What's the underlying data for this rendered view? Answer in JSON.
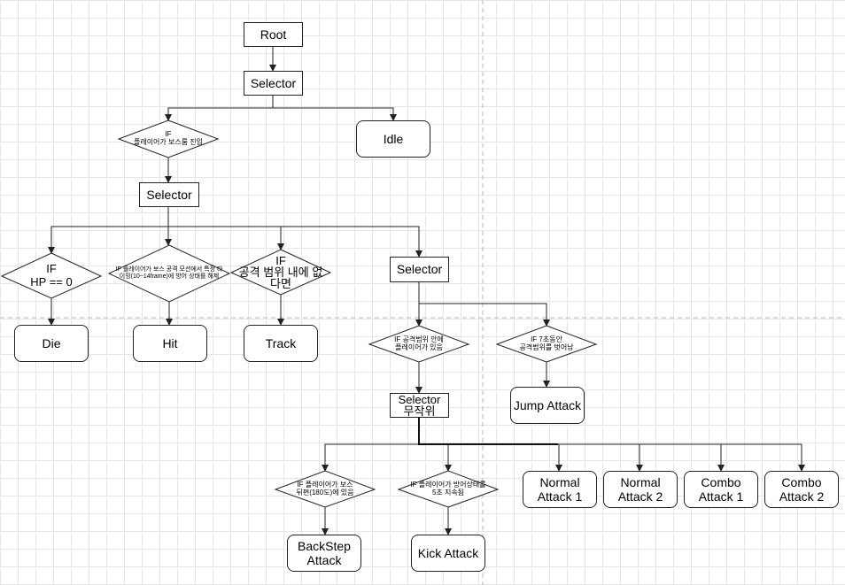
{
  "nodes": {
    "root": [
      "Root"
    ],
    "selector_top": [
      "Selector"
    ],
    "if_player_enter": [
      "IF",
      "플레이어가 보스룸 진입"
    ],
    "idle": [
      "Idle"
    ],
    "selector_2": [
      "Selector"
    ],
    "if_hp_zero": [
      "IF",
      "HP == 0"
    ],
    "if_hit": [
      "IF 플레이어가 보스 공격 모션에서 특정 타",
      "이밍(10~14frame)에 방어 상태를 해제"
    ],
    "if_out_of_range": [
      "IF",
      "공격 범위 내에 없",
      "다면"
    ],
    "selector_3": [
      "Selector"
    ],
    "die": [
      "Die"
    ],
    "hit": [
      "Hit"
    ],
    "track": [
      "Track"
    ],
    "if_in_range": [
      "IF 공격범위 안에",
      "플레이어가 있음"
    ],
    "if_7sec": [
      "IF 7초동안",
      "공격범위를 벗어남"
    ],
    "selector_random": [
      "Selector",
      "무작위"
    ],
    "jump_attack": [
      "Jump Attack"
    ],
    "if_backstep": [
      "IF 플레이어가 보스",
      "뒤편(180도)에 있음"
    ],
    "if_kick": [
      "IF 플레이어가 방어상태를",
      "5초 지속됨"
    ],
    "normal_attack_1": [
      "Normal",
      "Attack 1"
    ],
    "normal_attack_2": [
      "Normal",
      "Attack 2"
    ],
    "combo_attack_1": [
      "Combo",
      "Attack 1"
    ],
    "combo_attack_2": [
      "Combo",
      "Attack 2"
    ],
    "backstep_attack": [
      "BackStep",
      "Attack"
    ],
    "kick_attack": [
      "Kick Attack"
    ]
  },
  "colors": {
    "grid": "#e6e6e6",
    "guide": "#b8b8b8",
    "stroke": "#222222",
    "background": "#ffffff"
  }
}
